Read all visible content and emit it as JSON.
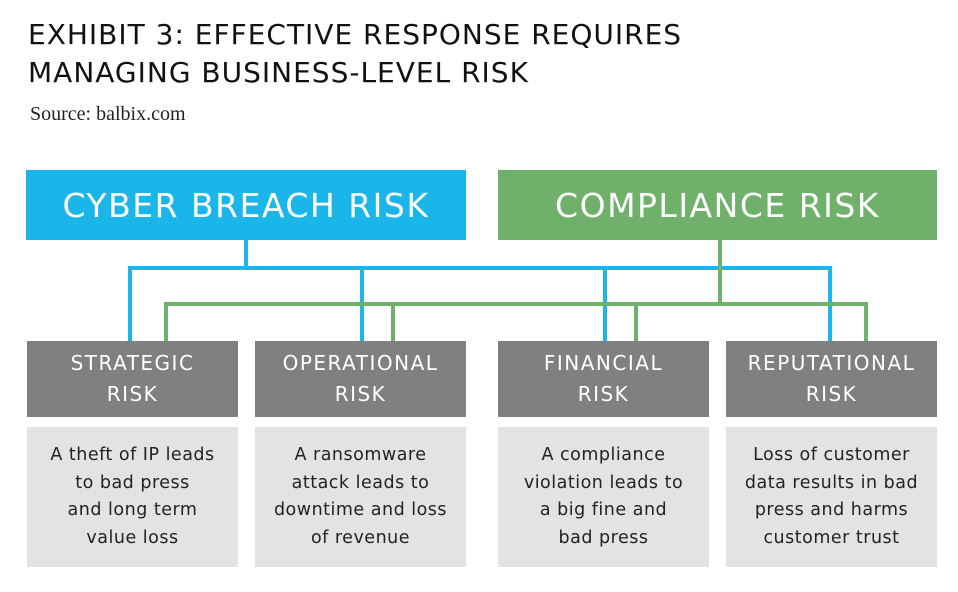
{
  "title": "EXHIBIT 3: EFFECTIVE RESPONSE REQUIRES\nMANAGING BUSINESS-LEVEL RISK",
  "source": "Source: balbix.com",
  "colors": {
    "cyber": "#1ab6e9",
    "compliance": "#6fb06a",
    "category": "#808080",
    "description": "#e3e3e3"
  },
  "top_risks": [
    {
      "label": "CYBER BREACH RISK"
    },
    {
      "label": "COMPLIANCE RISK"
    }
  ],
  "categories": [
    {
      "label": "STRATEGIC\nRISK",
      "description": "A theft of IP leads\nto bad press\nand long term\nvalue loss"
    },
    {
      "label": "OPERATIONAL\nRISK",
      "description": "A ransomware\nattack leads to\ndowntime and loss\nof revenue"
    },
    {
      "label": "FINANCIAL\nRISK",
      "description": "A compliance\nviolation leads to\na big fine and\nbad press"
    },
    {
      "label": "REPUTATIONAL\nRISK",
      "description": "Loss of customer\ndata results in bad\npress and harms\ncustomer trust"
    }
  ]
}
